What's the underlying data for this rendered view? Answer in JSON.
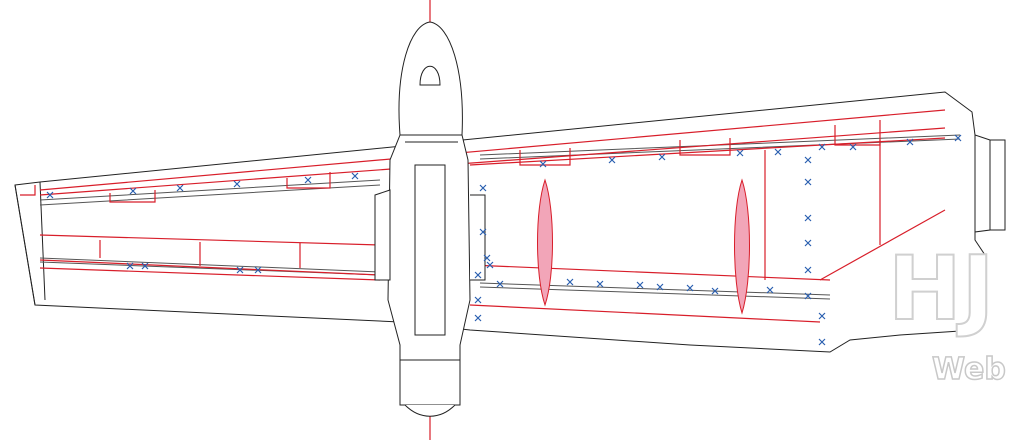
{
  "drawing": {
    "subject": "wing-planform",
    "colors": {
      "outline": "#222222",
      "structure": "#d81e2a",
      "pylon_fill": "#f2a5b8",
      "marker": "#2a5fb0"
    }
  },
  "watermark": {
    "letters": "HJ",
    "sub": "Web"
  }
}
